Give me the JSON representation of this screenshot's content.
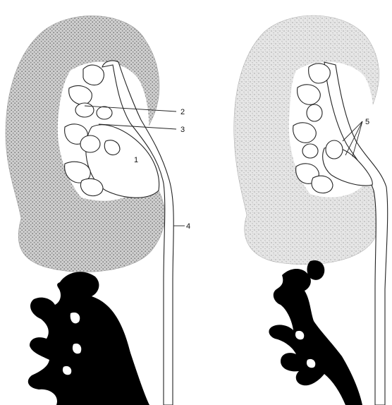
{
  "labels": {
    "renal_pelvis": "1",
    "label_2": "2",
    "label_3": "3",
    "ureter": "4",
    "label_5": "5"
  },
  "colors": {
    "ink": "#222222",
    "silhouette": "#000000",
    "background": "#ffffff"
  }
}
